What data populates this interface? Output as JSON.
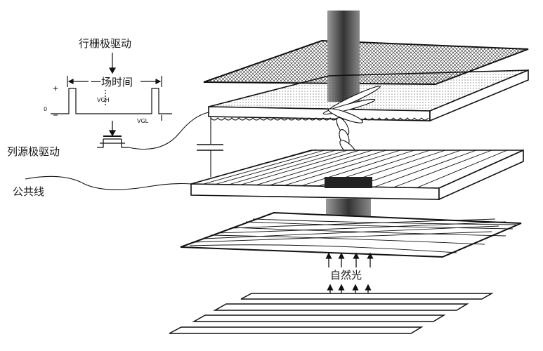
{
  "labels": {
    "row_gate_drive": "行栅极驱动",
    "one_field_time": "一场时间",
    "vgh": "VGH",
    "vgl": "VGL",
    "zero": "0",
    "column_source_drive": "列源极驱动",
    "common_line": "公共线",
    "natural_light": "自然光"
  },
  "colors": {
    "line": "#1a1a1a",
    "paper": "#ffffff",
    "beam": "#555555"
  }
}
